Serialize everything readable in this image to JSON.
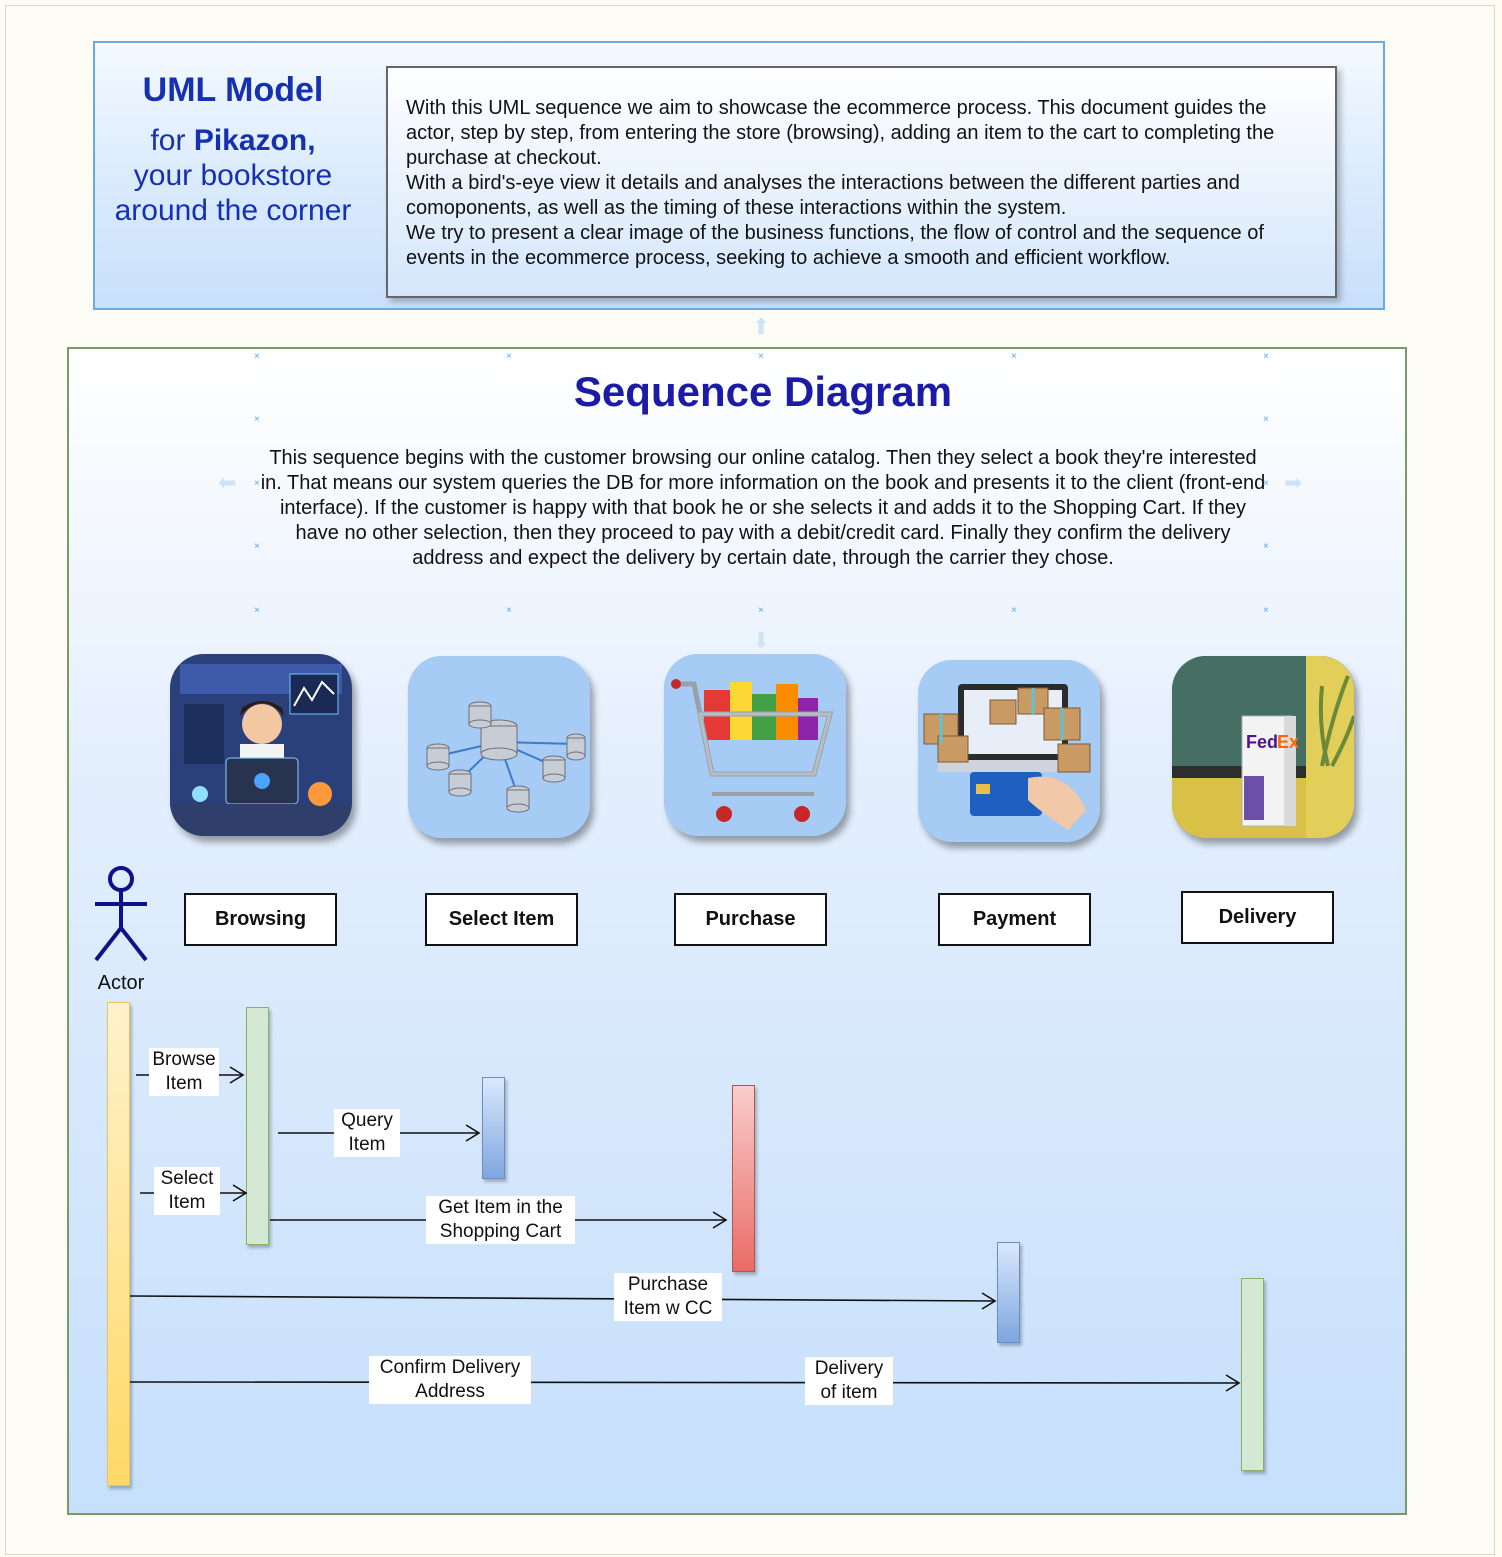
{
  "header": {
    "title": "UML Model",
    "subtitle_prefix": "for ",
    "subtitle_brand": "Pikazon,",
    "subtitle_rest": "your bookstore around the corner",
    "intro_paragraphs": [
      "With this UML sequence we aim to showcase the ecommerce process. This document guides the actor, step by step, from entering the store (browsing), adding an item to the cart to completing the purchase at checkout.",
      "With a bird's-eye view it details and analyses the interactions between the different parties and comoponents, as well as the timing of these interactions within the system.",
      "We try to present a clear image of the business functions, the flow of control and the sequence of events in the ecommerce process, seeking to achieve a smooth and efficient workflow."
    ]
  },
  "diagram": {
    "title": "Sequence Diagram",
    "description": "This sequence begins with the customer browsing our online catalog. Then they select a book they're interested in. That means our system queries the DB for more information on the book and presents it to the client (front-end interface). If the customer is happy with that book he or she selects it and adds it to the Shopping Cart. If they have no other selection, then they proceed to pay with a debit/credit card. Finally they confirm the delivery address and expect the delivery by certain date, through the carrier they chose.",
    "actor_label": "Actor",
    "stages": [
      {
        "label": "Browsing",
        "icon": "developer-laptop-illustration"
      },
      {
        "label": "Select Item",
        "icon": "database-network-illustration"
      },
      {
        "label": "Purchase",
        "icon": "shopping-cart-illustration"
      },
      {
        "label": "Payment",
        "icon": "credit-card-payment-illustration"
      },
      {
        "label": "Delivery",
        "icon": "parcel-delivery-photo"
      }
    ],
    "messages": {
      "browse_item": [
        "Browse",
        "Item"
      ],
      "query_item": [
        "Query",
        "Item"
      ],
      "select_item": [
        "Select",
        "Item"
      ],
      "get_item_cart": [
        "Get Item in the",
        "Shopping Cart"
      ],
      "purchase_cc": [
        "Purchase",
        "Item w CC"
      ],
      "confirm_address": [
        "Confirm Delivery",
        "Address"
      ],
      "delivery_item": [
        "Delivery",
        "of item"
      ]
    }
  },
  "colors": {
    "title_blue": "#1530b0",
    "actor_bar": "#ffd966",
    "browsing_bar": "#d5e8d4",
    "select_bar": "#7ea6e0",
    "purchase_bar": "#ea6b66",
    "payment_bar": "#7ea6e0",
    "delivery_bar": "#d5e8d4"
  }
}
